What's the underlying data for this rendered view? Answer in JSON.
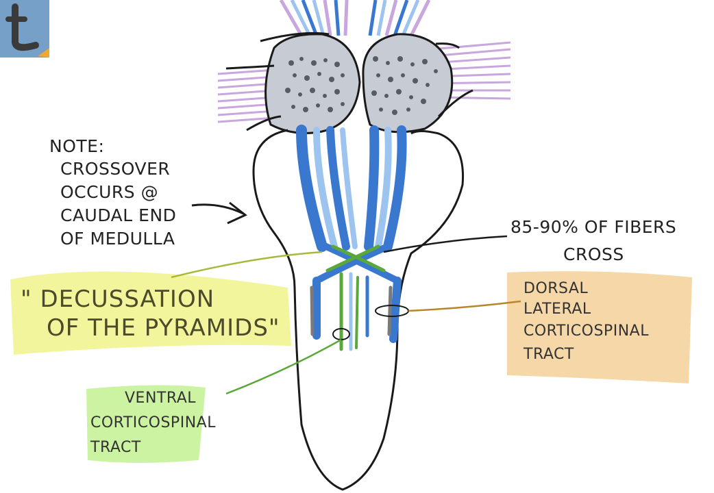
{
  "logo": {
    "glyph": "t",
    "icon": "app-logo-icon",
    "colors": {
      "bg": "#5f8fbf",
      "fg": "#3a3a3a",
      "accent": "#f0a830"
    }
  },
  "diagram": {
    "note": [
      "NOTE:",
      "CROSSOVER",
      "OCCURS @",
      "CAUDAL END",
      "OF MEDULLA"
    ],
    "decussation": [
      "\" DECUSSATION",
      "OF THE PYRAMIDS\""
    ],
    "percent_cross": [
      "85-90% OF FIBERS",
      "CROSS"
    ],
    "dorsal": [
      "DORSAL",
      "LATERAL",
      "CORTICOSPINAL",
      "TRACT"
    ],
    "ventral": [
      "VENTRAL",
      "CORTICOSPINAL",
      "TRACT"
    ]
  },
  "colors": {
    "outline": "#1a1a1a",
    "tract_blue": "#3a78d0",
    "tract_light": "#9cc4ee",
    "pons_purple": "#c9a6dd",
    "nuclei": "#9aa2ad",
    "highlight_yellow": "#eef27a",
    "highlight_orange": "#f3c98a",
    "highlight_green": "#bff08a",
    "line_yellow": "#a9b83a",
    "line_orange": "#b7862a",
    "line_green": "#5aa83a"
  }
}
